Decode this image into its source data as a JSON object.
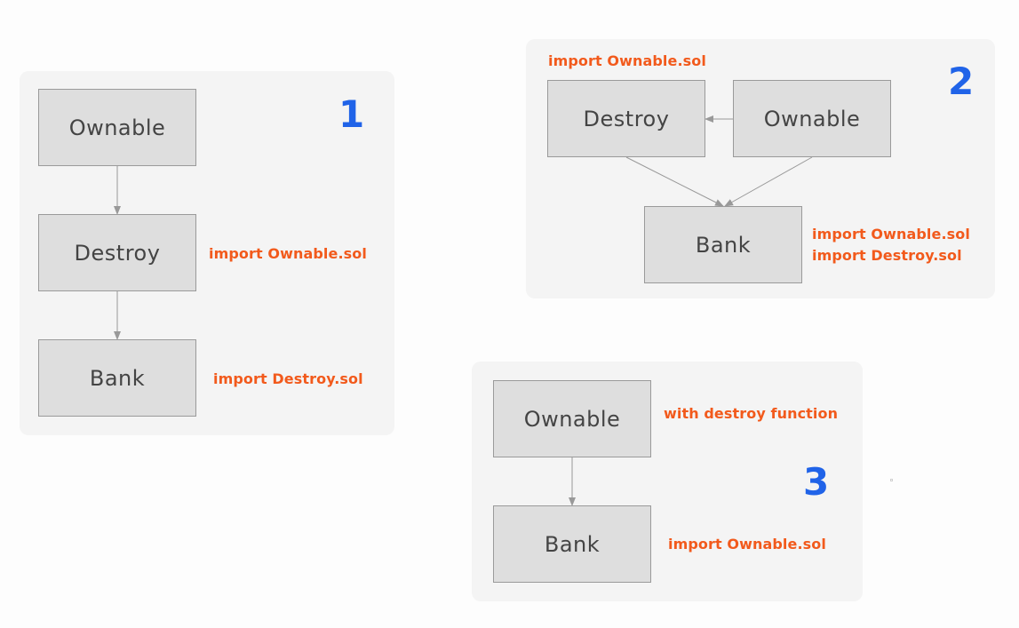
{
  "colors": {
    "accent_blue": "#2063e8",
    "note_orange": "#f25a1c",
    "box_fill": "#dedede",
    "panel_fill": "#f4f4f4",
    "edge": "#999999"
  },
  "panel1": {
    "number": "1",
    "boxes": {
      "ownable": "Ownable",
      "destroy": "Destroy",
      "bank": "Bank"
    },
    "notes": {
      "destroy": "import Ownable.sol",
      "bank": "import Destroy.sol"
    }
  },
  "panel2": {
    "number": "2",
    "boxes": {
      "destroy": "Destroy",
      "ownable": "Ownable",
      "bank": "Bank"
    },
    "notes": {
      "destroy": "import Ownable.sol",
      "bank_line1": "import Ownable.sol",
      "bank_line2": "import Destroy.sol"
    }
  },
  "panel3": {
    "number": "3",
    "boxes": {
      "ownable": "Ownable",
      "bank": "Bank"
    },
    "notes": {
      "ownable": "with destroy function",
      "bank": "import Ownable.sol"
    }
  }
}
